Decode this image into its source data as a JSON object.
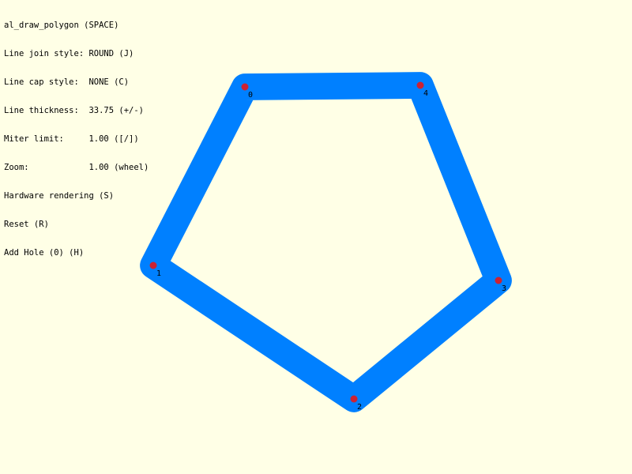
{
  "window": {
    "background": "#ffffe6"
  },
  "hud": {
    "lines": [
      "al_draw_polygon (SPACE)",
      "Line join style: ROUND (J)",
      "Line cap style:  NONE (C)",
      "Line thickness:  33.75 (+/-)",
      "Miter limit:     1.00 ([/])",
      "Zoom:            1.00 (wheel)",
      "Hardware rendering (S)",
      "Reset (R)",
      "Add Hole (0) (H)"
    ]
  },
  "polygon": {
    "stroke_color": "#0080ff",
    "vertex_color": "#cc2233",
    "vertices": [
      {
        "label": "0"
      },
      {
        "label": "1"
      },
      {
        "label": "2"
      },
      {
        "label": "3"
      },
      {
        "label": "4"
      }
    ]
  }
}
